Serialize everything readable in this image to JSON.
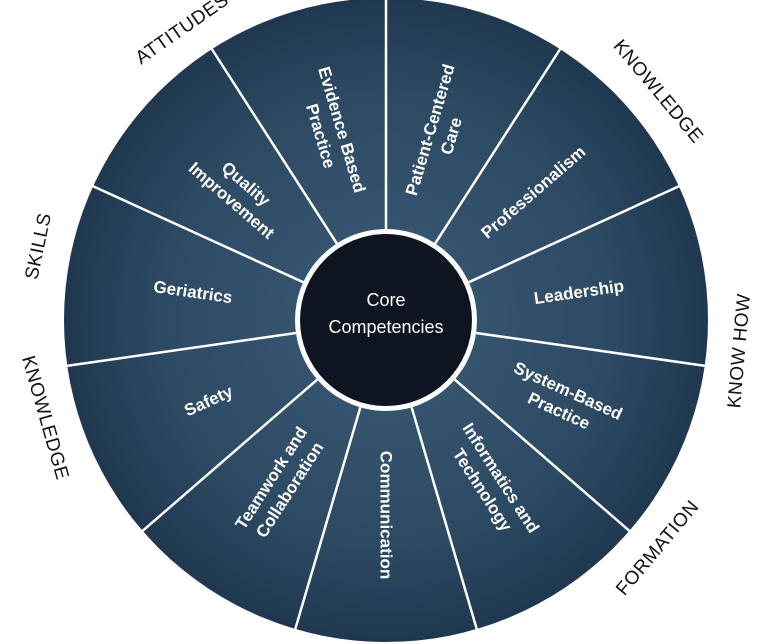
{
  "center": {
    "lines": [
      "Core",
      "Competencies"
    ]
  },
  "segments": [
    {
      "lines": [
        "Patient-Centered",
        "Care"
      ]
    },
    {
      "lines": [
        "Professionalism"
      ]
    },
    {
      "lines": [
        "Leadership"
      ]
    },
    {
      "lines": [
        "System-Based",
        "Practice"
      ]
    },
    {
      "lines": [
        "Informatics and",
        "Technology"
      ]
    },
    {
      "lines": [
        "Communication"
      ]
    },
    {
      "lines": [
        "Teamwork and",
        "Collaboration"
      ]
    },
    {
      "lines": [
        "Safety"
      ]
    },
    {
      "lines": [
        "Geriatrics"
      ]
    },
    {
      "lines": [
        "Quality",
        "Improvement"
      ]
    },
    {
      "lines": [
        "Evidence Based",
        "Practice"
      ]
    }
  ],
  "outer_labels": {
    "left": [
      "ATTITUDES",
      "SKILLS",
      "KNOWLEDGE"
    ],
    "right": [
      "KNOWLEDGE",
      "KNOW HOW",
      "FORMATION"
    ]
  },
  "colors": {
    "wheel_fill": "#2d4a63",
    "wheel_edge": "#1c3347",
    "divider": "#ffffff",
    "hub_fill": "#0e1520",
    "text": "#ffffff"
  }
}
